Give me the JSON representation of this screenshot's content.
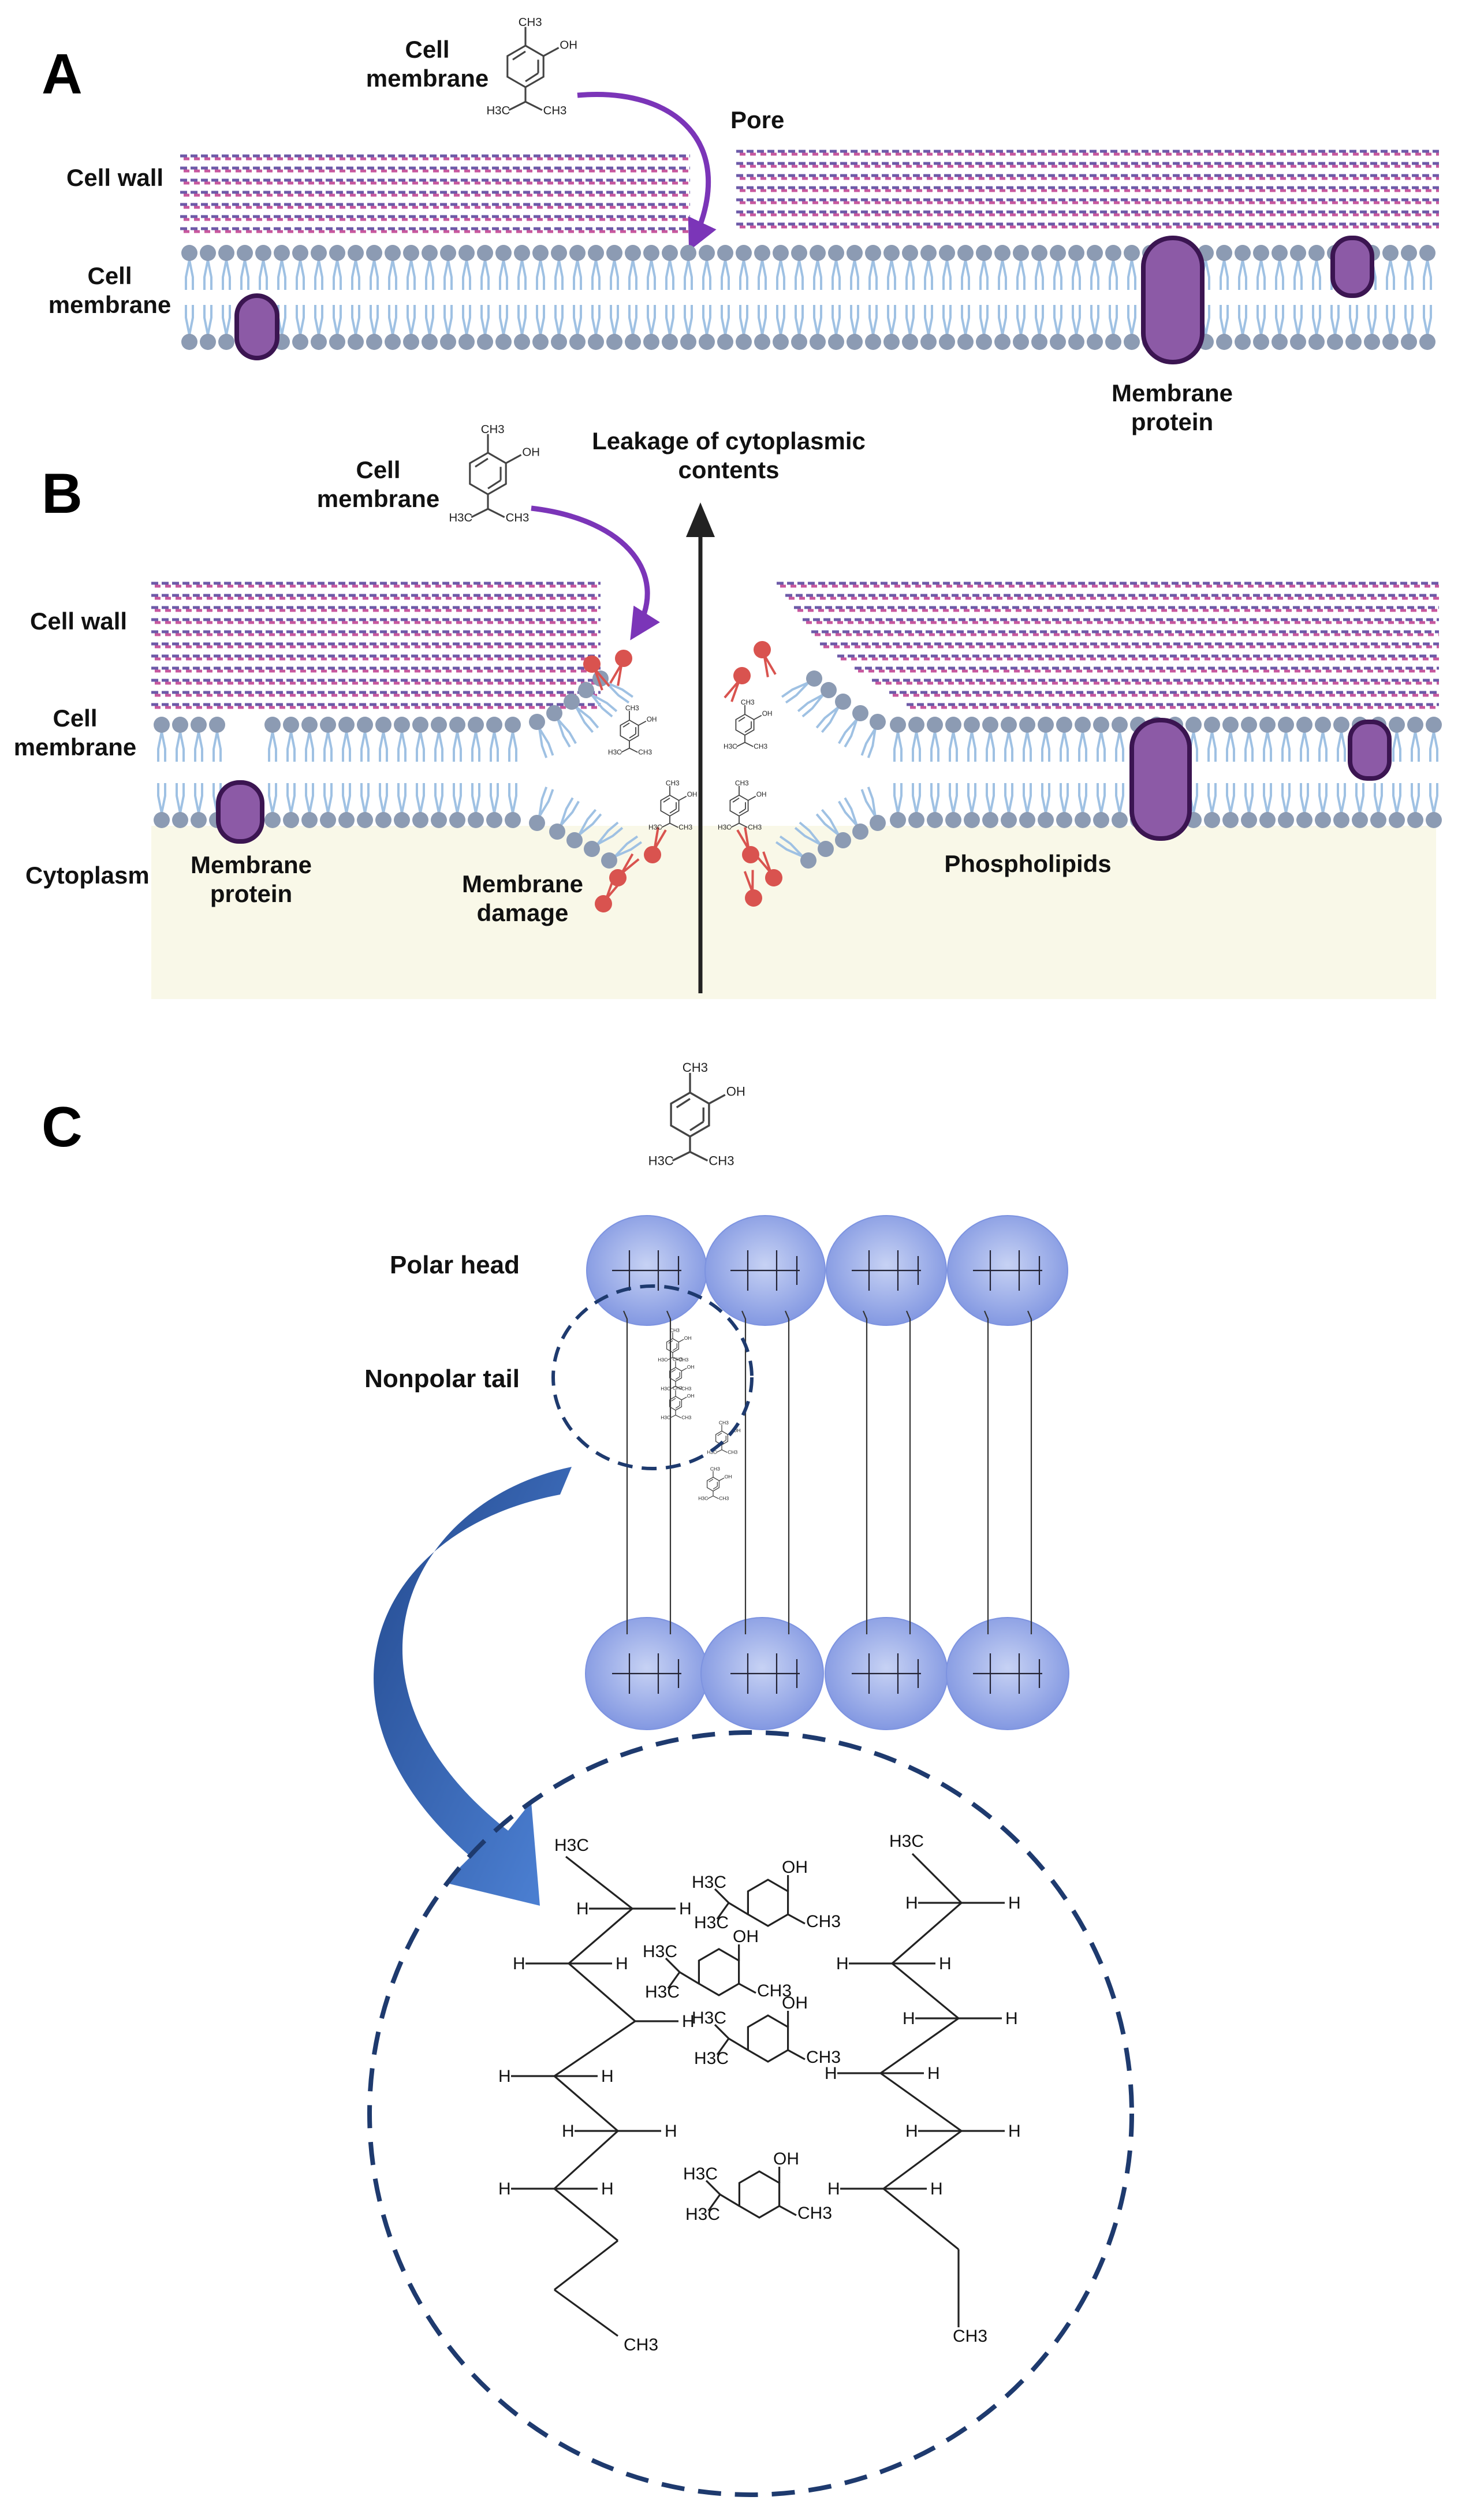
{
  "panels": {
    "a": {
      "letter": "A",
      "molecule_label": "Cell\nmembrane",
      "pore": "Pore",
      "cell_wall": "Cell wall",
      "cell_membrane": "Cell\nmembrane",
      "membrane_protein": "Membrane\nprotein"
    },
    "b": {
      "letter": "B",
      "molecule_label": "Cell\nmembrane",
      "leakage": "Leakage of cytoplasmic\ncontents",
      "cell_wall": "Cell wall",
      "cell_membrane": "Cell\nmembrane",
      "cytoplasm": "Cytoplasm",
      "membrane_protein": "Membrane\nprotein",
      "membrane_damage": "Membrane\ndamage",
      "phospholipids": "Phospholipids"
    },
    "c": {
      "letter": "C",
      "polar_head": "Polar head",
      "nonpolar_tail": "Nonpolar tail"
    }
  },
  "chem": {
    "ch3": "CH3",
    "oh": "OH",
    "h3c": "H3C",
    "h": "H"
  },
  "colors": {
    "wall_pink": "#c7589e",
    "wall_purple": "#6d5aa8",
    "head_grey": "#8c9bb3",
    "tail_blue": "#9fc1e3",
    "protein_fill": "#8c5aa6",
    "protein_stroke": "#3b1551",
    "arrow_purple": "#7b35b8",
    "damage_red": "#d9534f",
    "cytoplasm": "#f9f8e8",
    "head_ellipse": "#7d93e0",
    "dashed_navy": "#1e3a6e",
    "big_arrow": "#3a6cc4"
  },
  "icons": [
    "thymol-molecule-icon",
    "curved-arrow-icon",
    "leakage-arrow-icon",
    "zoom-arrow-icon"
  ]
}
